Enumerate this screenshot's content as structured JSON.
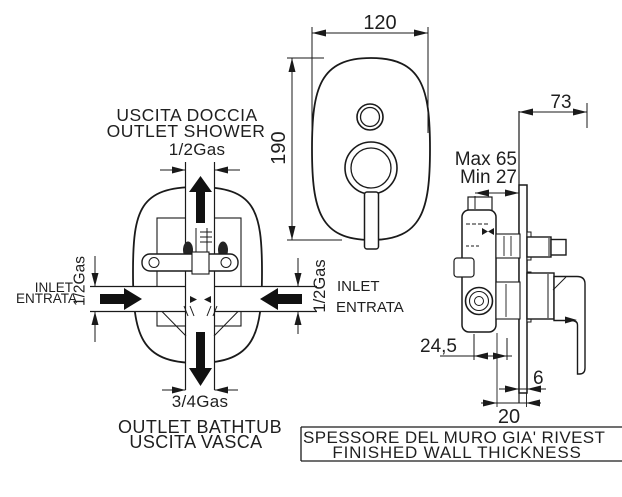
{
  "front_view": {
    "width_mm": "120",
    "height_mm": "190"
  },
  "schematic": {
    "shower_outlet": {
      "label_it": "USCITA DOCCIA",
      "label_en": "OUTLET SHOWER",
      "thread": "1/2Gas"
    },
    "inlet_left": {
      "label_en": "INLET",
      "label_it": "ENTRATA",
      "thread": "1/2Gas"
    },
    "inlet_right": {
      "label_en": "INLET",
      "label_it": "ENTRATA",
      "thread": "1/2Gas"
    },
    "bathtub_outlet": {
      "thread": "3/4Gas",
      "label_en": "OUTLET BATHTUB",
      "label_it": "USCITA VASCA"
    }
  },
  "side_view": {
    "depth": "73",
    "max_depth": "Max 65",
    "min_depth": "Min 27",
    "body_offset": "24,5",
    "plate_thickness": "6",
    "protrusion": "20"
  },
  "note": {
    "line_it": "SPESSORE DEL MURO GIA' RIVEST",
    "line_en": "FINISHED WALL THICKNESS"
  },
  "colors": {
    "line": "#1a1a1a",
    "background": "#ffffff"
  }
}
